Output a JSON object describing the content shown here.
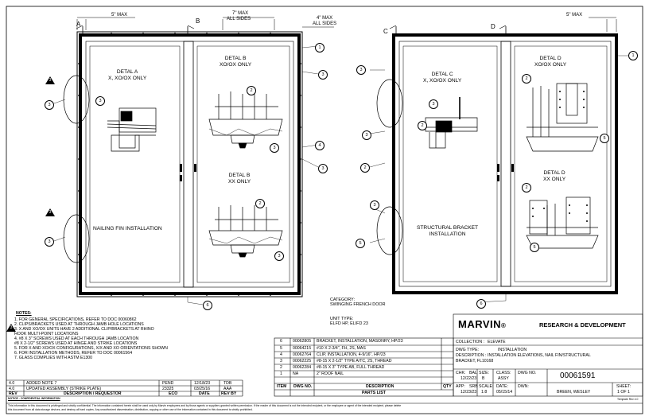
{
  "dimensions": {
    "five_max_left": "5\" MAX",
    "seven_max": "7\" MAX",
    "all_sides_1": "ALL SIDES",
    "four_max": "4\" MAX",
    "all_sides_2": "ALL SIDES",
    "five_max_right": "5\" MAX"
  },
  "section_letters": [
    "A",
    "B",
    "C",
    "D"
  ],
  "details": {
    "a": [
      "DETAL  A",
      "X, XO/OX ONLY"
    ],
    "b1": [
      "DETAL  B",
      "XO/OX ONLY"
    ],
    "b2": [
      "DETAL  B",
      "XX ONLY"
    ],
    "c": [
      "DETAL  C",
      "X, XO/OX ONLY"
    ],
    "d1": [
      "DETAL  D",
      "XO/OX ONLY"
    ],
    "d2": [
      "DETAL  D",
      "XX ONLY"
    ]
  },
  "labels": {
    "nailing": "NAILING FIN INSTALLATION",
    "structural": [
      "STRUCTURAL BRACKET",
      "INSTALLATION"
    ]
  },
  "callouts": {
    "c1": "1",
    "c2": "2",
    "c3": "3",
    "c4": "4",
    "c5": "5",
    "c6": "6"
  },
  "category": {
    "title": "CATEGORY:",
    "value": "SWINGING FRENCH DOOR"
  },
  "unit_type": {
    "title": "UNIT TYPE:",
    "value": "ELFD HP, ELIFD 23"
  },
  "notes": {
    "title": "NOTES:",
    "items": [
      "1. FOR GENERAL SPECIFICATIONS, REFER TO DOC 00060862",
      "2. CLIPS/BRACKETS USED AT THROUGH JAMB HOLE LOCATIONS",
      "3. X AND XO/OX UNITS HAVE 2 ADDITIONAL CLIP/BRACKETS AT RHINO",
      "   HOOK MULTI-POINT LOCATIONS",
      "4. #8 X 3\" SCREWS USED AT EACH THROUGH JAMB LOCATION",
      "   #8 X 2-1/2\" SCREWS USED AT HINGE AND STRIKE LOCATIONS",
      "5. FOR X AND XO/OX CONFIGURATIONS, X/X AND XO ORIENTATIONS SHOWN",
      "6. FOR INSTALLATION METHODS, REFER TO DOC 00061564",
      "7. GLASS COMPLIES WITH ASTM E1300"
    ]
  },
  "revisions": {
    "rows": [
      [
        "4.0",
        "ADDED NOTE 7",
        "PEND",
        "12/18/23",
        "TDB"
      ],
      [
        "4.0",
        "UPDATED ASSEMBLY (STRIKE PLATE)",
        "23325",
        "03/25/16",
        "AAA"
      ]
    ],
    "headers": [
      "REV",
      "DESCRIPTION / REQUESTOR",
      "ECO",
      "DATE",
      "REV BY"
    ]
  },
  "proprietary": {
    "title": "NOTICE - CONFIDENTIAL INFORMATION",
    "line1": "This information in this document is privileged and strictly confidential. The information contained herein shall be used only by Marvin employees and by those agents or suppliers granted written permission. If the reader of this document is not the intended recipient, or the employee or agent of the intended recipient, please delete",
    "line2": "this document from all data storage devices, and destroy all hard copies. Any unauthorized dissemination, distribution, copying or other use of the information contained in this document is strictly prohibited."
  },
  "parts_list": {
    "title": "PARTS LIST",
    "headers": [
      "ITEM",
      "DWG NO.",
      "DESCRIPTION",
      "QTY"
    ],
    "rows": [
      [
        "6",
        "00062805",
        "BRACKET, INSTALLATION, MASONRY, HP/23",
        ""
      ],
      [
        "5",
        "00064215",
        "#10 X 2-3/4\", FH, 2S, MAS",
        ""
      ],
      [
        "4",
        "00062764",
        "CLIP, INSTALLATION, 4-9/16\", HP/23",
        ""
      ],
      [
        "3",
        "00062225",
        "#8-15 X 2-1/2\" TYPE A/TC, 2S, THREAD",
        ""
      ],
      [
        "2",
        "00062284",
        "#8-15 X 3\" TYPE AB, FULL THREAD",
        ""
      ],
      [
        "1",
        "NA",
        "2\" ROOF NAIL",
        ""
      ]
    ]
  },
  "title_block": {
    "brand": "MARVIN",
    "brand_suffix": "®",
    "division": "RESEARCH & DEVELOPMENT",
    "collection_label": "COLLECTION :",
    "collection": "ELEVATE",
    "dwg_type_label": "DWG TYPE:",
    "dwg_type": "INSTALLATION",
    "description_label": "DESCRIPTION :",
    "description_1": "INSTALLATION ELEVATIONS, NAIL FIN/STRUCTURAL",
    "description_2": "BRACKET, FL10168",
    "chk_label": "CHK:",
    "chk": "BAL",
    "chk_date": "12/22/23",
    "app_label": "APP:",
    "app": "SRB",
    "app_date": "12/23/23",
    "size_label": "SIZE:",
    "size": "B",
    "class_label": "CLASS:",
    "class": "ASSY",
    "scale_label": "SCALE:",
    "scale": "1:8",
    "date_label": "DATE:",
    "date": "05/15/14",
    "dwg_no_label": "DWG NO.",
    "dwg_no": "00061591",
    "dwn_label": "DWN:",
    "dwn": "BREEN, WESLEY",
    "sheet_label": "SHEET:",
    "sheet": "1 OF 1",
    "footer_code": "Template Rev 4.0"
  }
}
